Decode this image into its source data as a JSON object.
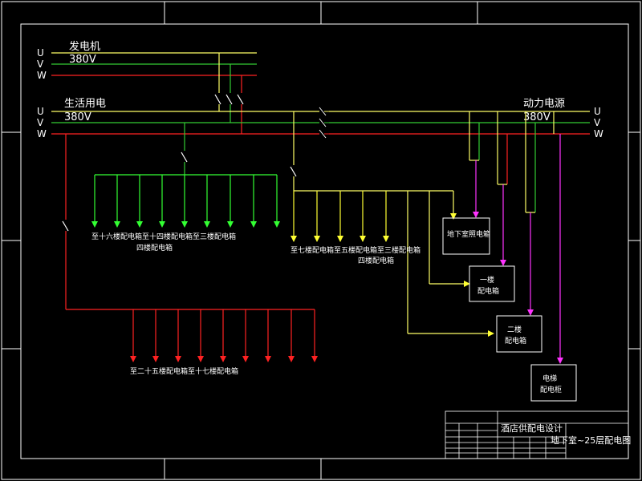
{
  "colors": {
    "phase_u": "#ffff66",
    "phase_v": "#33cc33",
    "phase_w": "#ff2222",
    "branch_green": "#33ff33",
    "branch_yellow": "#ffff33",
    "branch_red": "#ff2222",
    "magenta": "#ff33ff",
    "frame": "#ffffff",
    "background": "#000000"
  },
  "generator": {
    "title": "发电机",
    "voltage": "380V"
  },
  "living": {
    "title": "生活用电",
    "voltage": "380V"
  },
  "power": {
    "title": "动力电源",
    "voltage": "380V"
  },
  "phases": [
    "U",
    "V",
    "W"
  ],
  "groups": {
    "green_caption_1": "至十六楼配电箱至十四楼配电箱至三楼配电箱",
    "green_caption_2": "四楼配电箱",
    "yellow_caption_1": "至七楼配电箱至五楼配电箱至三楼配电箱",
    "yellow_caption_2": "四楼配电箱",
    "red_caption": "至二十五楼配电箱至十七楼配电箱"
  },
  "boxes": {
    "basement": "地下室照电箱",
    "first_l1": "一楼",
    "first_l2": "配电箱",
    "second_l1": "二楼",
    "second_l2": "配电箱",
    "elevator_l1": "电梯",
    "elevator_l2": "配电柜"
  },
  "title_block": {
    "project": "酒店供配电设计",
    "drawing": "地下室~25层配电图"
  }
}
